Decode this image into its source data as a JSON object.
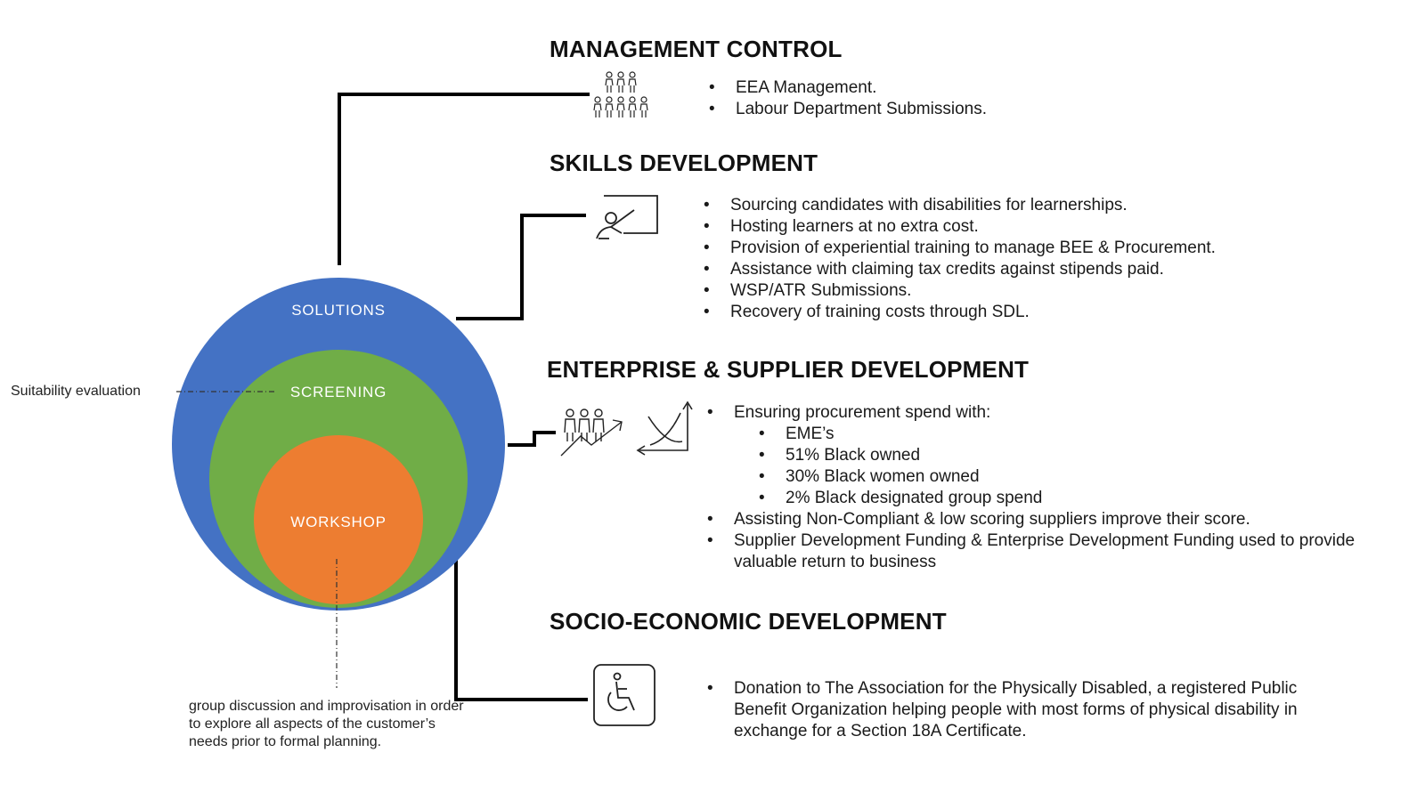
{
  "circles": {
    "outer_label": "SOLUTIONS",
    "middle_label": "SCREENING",
    "inner_label": "WORKSHOP",
    "colors": {
      "outer": "#4472c4",
      "middle": "#70ad47",
      "inner": "#ed7d31"
    }
  },
  "notes": {
    "suitability": "Suitability evaluation",
    "workshop": "group discussion and improvisation in order to explore all aspects of the customer’s needs prior to formal planning."
  },
  "sections": {
    "management": {
      "title": "MANAGEMENT CONTROL",
      "icon": "people-group-icon",
      "items": [
        "EEA Management.",
        "Labour Department Submissions."
      ]
    },
    "skills": {
      "title": "SKILLS DEVELOPMENT",
      "icon": "presentation-board-icon",
      "items": [
        "Sourcing candidates with disabilities for learnerships.",
        "Hosting learners at no extra cost.",
        "Provision of experiential training to manage BEE & Procurement.",
        "Assistance with claiming tax credits against stipends paid.",
        "WSP/ATR Submissions.",
        "Recovery of training costs through SDL."
      ]
    },
    "enterprise": {
      "title": "ENTERPRISE & SUPPLIER DEVELOPMENT",
      "icons": [
        "people-growth-icon",
        "supply-demand-chart-icon"
      ],
      "intro": "Ensuring procurement spend with:",
      "sub_items": [
        "EME’s",
        "51% Black owned",
        "30% Black women owned",
        "2% Black designated group spend"
      ],
      "items": [
        "Assisting Non-Compliant & low scoring suppliers improve their score.",
        "Supplier Development Funding & Enterprise Development Funding used to provide valuable return to business"
      ]
    },
    "socio": {
      "title": "SOCIO-ECONOMIC DEVELOPMENT",
      "icon": "wheelchair-icon",
      "items": [
        "Donation to The Association for the Physically Disabled, a registered Public Benefit Organization helping people with most forms of physical disability in exchange for a Section 18A Certificate."
      ]
    }
  }
}
